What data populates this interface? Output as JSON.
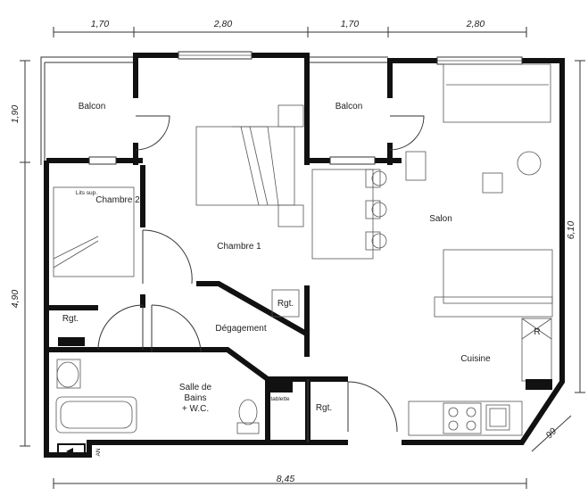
{
  "plan": {
    "dimensions": {
      "top": [
        "1,70",
        "2,80",
        "1,70",
        "2,80"
      ],
      "left": [
        "1,90",
        "4,90"
      ],
      "right": "6,10",
      "bottom": "8,45",
      "corner": "99"
    },
    "rooms": {
      "balcon_left": "Balcon",
      "balcon_right": "Balcon",
      "chambre2": "Chambre 2",
      "chambre1": "Chambre 1",
      "salon": "Salon",
      "degagement": "Dégagement",
      "cuisine": "Cuisine",
      "sdb_line1": "Salle de",
      "sdb_line2": "Bains",
      "sdb_line3": "+ W.C."
    },
    "fixtures": {
      "lits_sup": "Lits sup.",
      "rgt_chambre1": "Rgt.",
      "rgt_chambre2": "Rgt.",
      "rgt_entry": "Rgt.",
      "tablette": "tablette",
      "fridge": "R",
      "an": "AN"
    }
  }
}
